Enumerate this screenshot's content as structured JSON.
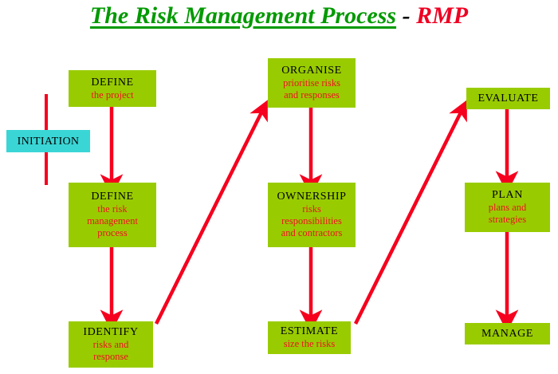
{
  "title": {
    "main": "The Risk Management Process",
    "dash": " - ",
    "abbr": "RMP"
  },
  "colors": {
    "box_green": "#99cc00",
    "box_cyan": "#3ad6d6",
    "arrow_red": "#f5001e",
    "heading_text": "#000000",
    "sub_text": "#ee1122",
    "title_green": "#009900",
    "title_red": "#ee0022",
    "background": "#ffffff"
  },
  "nodes": [
    {
      "id": "initiation",
      "head": "INITIATION",
      "sub": [],
      "fill": "cyan"
    },
    {
      "id": "define-project",
      "head": "DEFINE",
      "sub": [
        "the project"
      ],
      "fill": "green"
    },
    {
      "id": "define-rm-process",
      "head": "DEFINE",
      "sub": [
        "the risk",
        "management",
        "process"
      ],
      "fill": "green"
    },
    {
      "id": "identify",
      "head": "IDENTIFY",
      "sub": [
        "risks and",
        "response"
      ],
      "fill": "green"
    },
    {
      "id": "organise",
      "head": "ORGANISE",
      "sub": [
        "prioritise risks",
        "and responses"
      ],
      "fill": "green"
    },
    {
      "id": "ownership",
      "head": "OWNERSHIP",
      "sub": [
        "risks",
        "responsibilities",
        "and contractors"
      ],
      "fill": "green"
    },
    {
      "id": "estimate",
      "head": "ESTIMATE",
      "sub": [
        "size the risks"
      ],
      "fill": "green"
    },
    {
      "id": "evaluate",
      "head": "EVALUATE",
      "sub": [],
      "fill": "green"
    },
    {
      "id": "plan",
      "head": "PLAN",
      "sub": [
        "plans and",
        "strategies"
      ],
      "fill": "green"
    },
    {
      "id": "manage",
      "head": "MANAGE",
      "sub": [],
      "fill": "green"
    }
  ],
  "flow": {
    "column_left": [
      "define-project",
      "define-rm-process",
      "identify"
    ],
    "column_middle": [
      "organise",
      "ownership",
      "estimate"
    ],
    "column_right": [
      "evaluate",
      "plan",
      "manage"
    ],
    "diagonals": [
      {
        "from": "identify",
        "to": "organise"
      },
      {
        "from": "estimate",
        "to": "evaluate"
      }
    ]
  }
}
